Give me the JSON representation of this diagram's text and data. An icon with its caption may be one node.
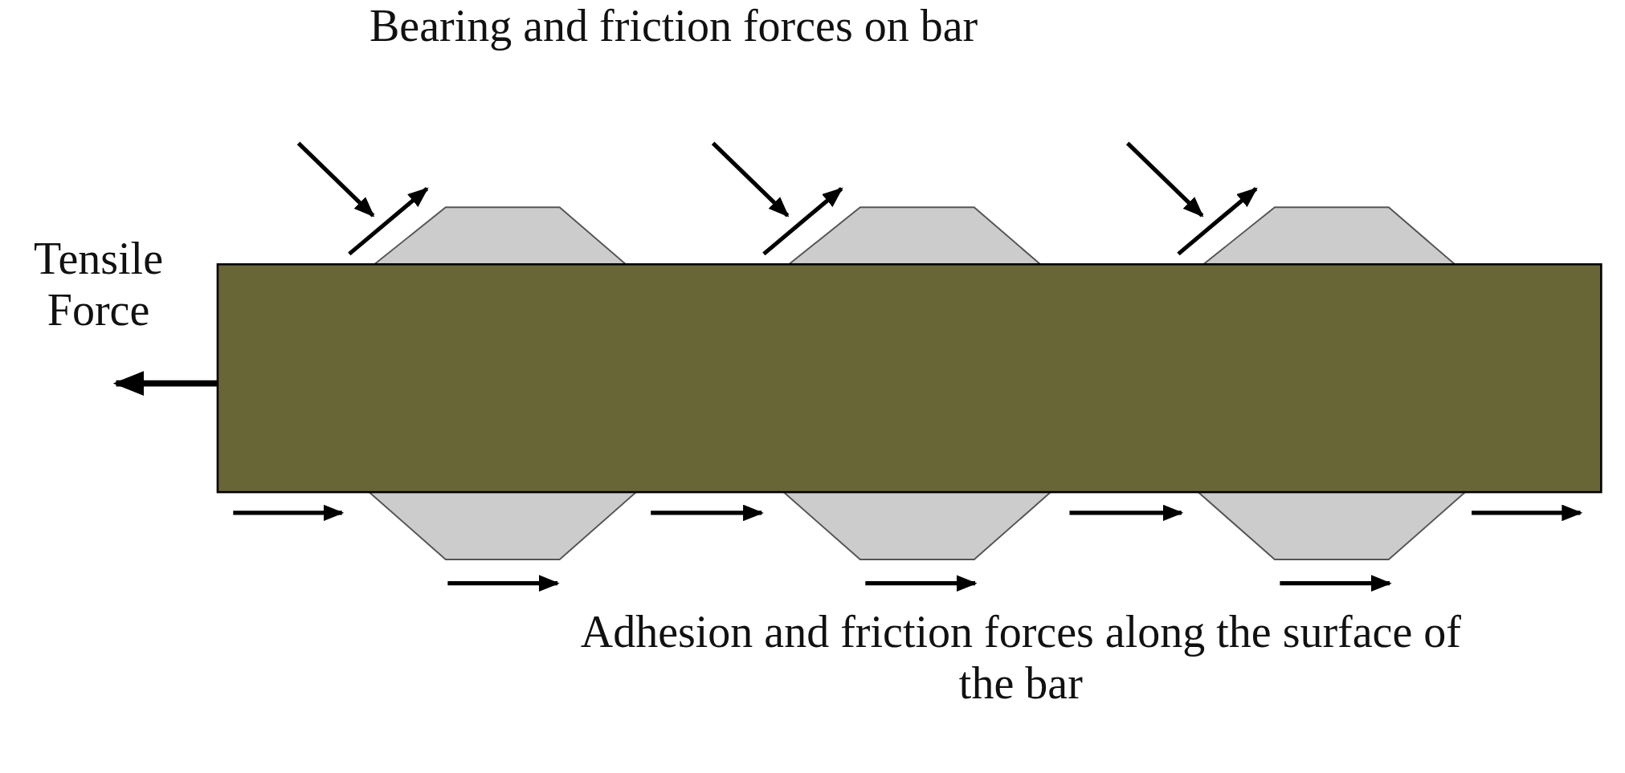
{
  "diagram": {
    "labels": [
      "Bearing and friction forces on bar",
      "Tensile Force",
      "Adhesion and friction forces along the surface of the bar"
    ]
  }
}
